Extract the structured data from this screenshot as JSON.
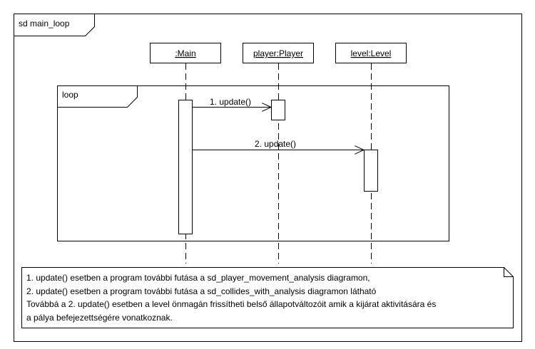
{
  "frame": {
    "title": "sd main_loop"
  },
  "lifelines": [
    {
      "label": ":Main"
    },
    {
      "label": "player:Player"
    },
    {
      "label": "level:Level"
    }
  ],
  "fragment": {
    "operator": "loop"
  },
  "messages": [
    {
      "label": "1. update()"
    },
    {
      "label": "2. update()"
    }
  ],
  "note": {
    "lines": [
      "1. update() esetben a program további futása a sd_player_movement_analysis diagramon,",
      "2. update() esetben a program további futása a sd_collides_with_analysis diagramon látható",
      "Továbbá a 2. update() esetben a level önmagán frissítheti belső állapotváltozóit amik a kijárat aktivitására és",
      "a pálya befejezettségére vonatkoznak."
    ]
  }
}
